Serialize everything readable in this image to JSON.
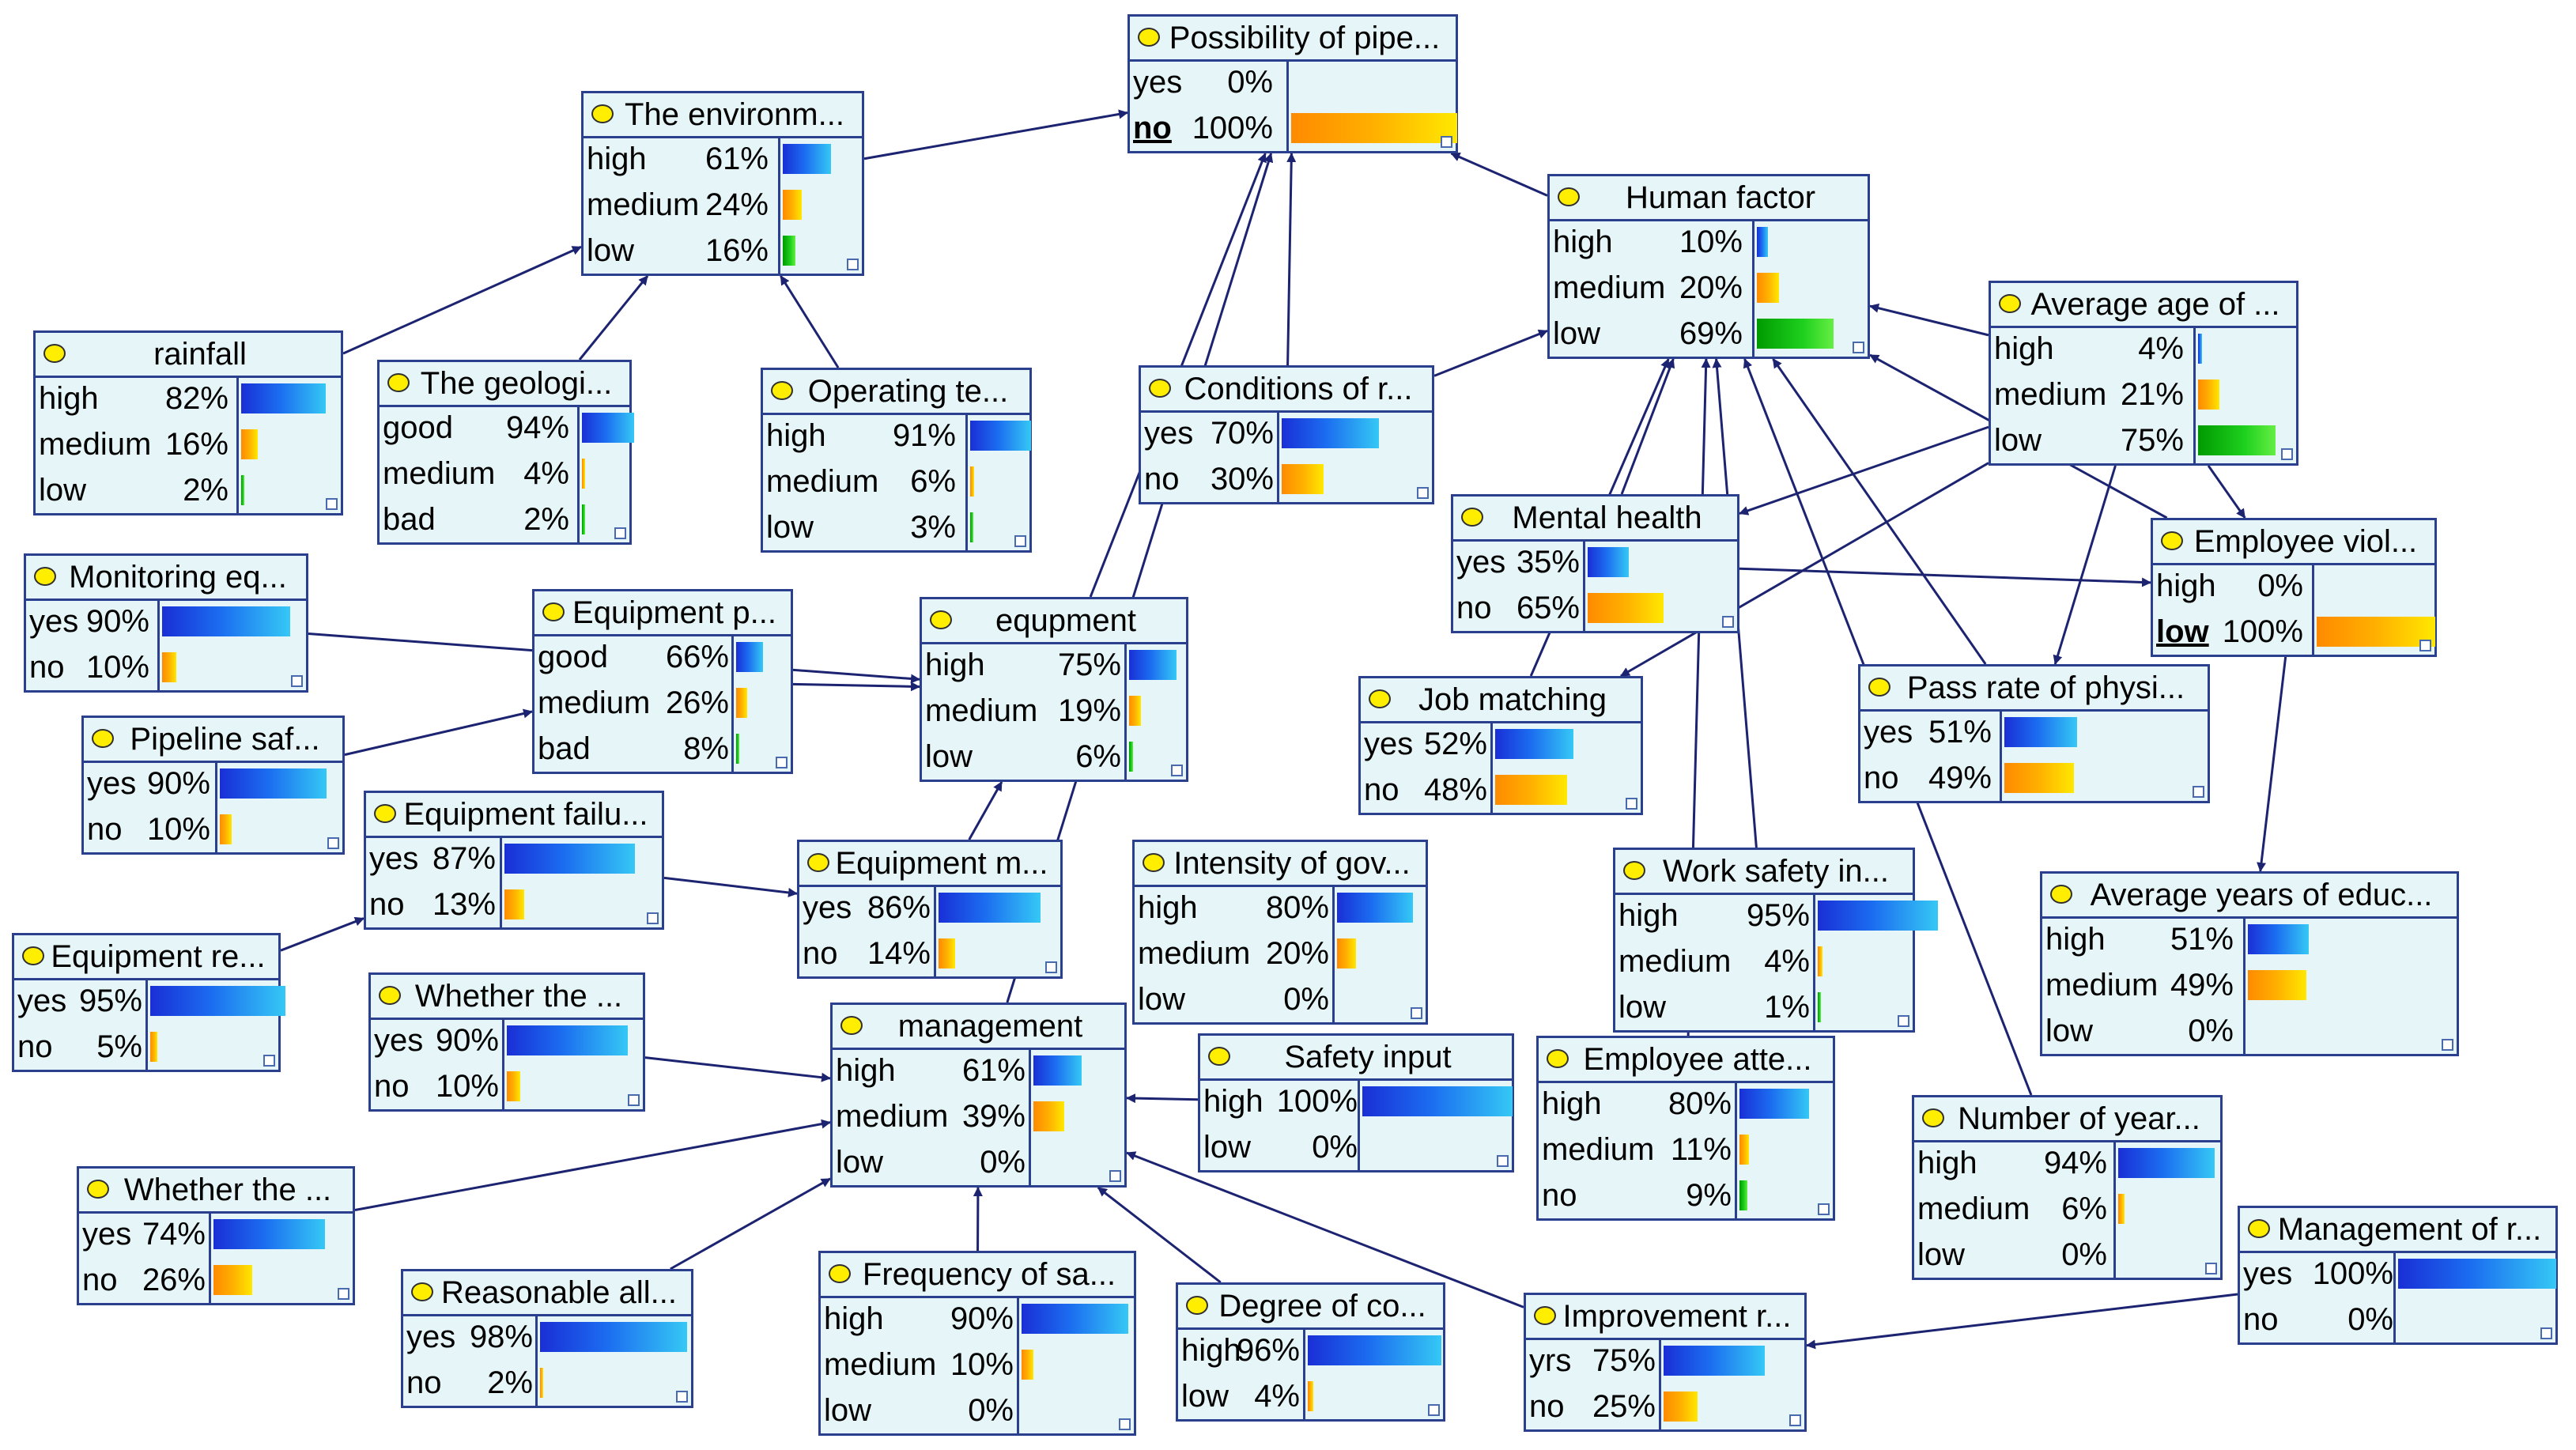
{
  "nodes": {
    "possibility": {
      "title": "Possibility of pipe...",
      "states": [
        {
          "label": "yes",
          "pct": "0%",
          "value": 0
        },
        {
          "label": "no",
          "pct": "100%",
          "value": 100,
          "selected": true
        }
      ]
    },
    "environment": {
      "title": "The environm...",
      "states": [
        {
          "label": "high",
          "pct": "61%",
          "value": 61
        },
        {
          "label": "medium",
          "pct": "24%",
          "value": 24
        },
        {
          "label": "low",
          "pct": "16%",
          "value": 16
        }
      ]
    },
    "human_factor": {
      "title": "Human factor",
      "states": [
        {
          "label": "high",
          "pct": "10%",
          "value": 10
        },
        {
          "label": "medium",
          "pct": "20%",
          "value": 20
        },
        {
          "label": "low",
          "pct": "69%",
          "value": 69
        }
      ]
    },
    "rainfall": {
      "title": "rainfall",
      "states": [
        {
          "label": "high",
          "pct": "82%",
          "value": 82
        },
        {
          "label": "medium",
          "pct": "16%",
          "value": 16
        },
        {
          "label": "low",
          "pct": "2%",
          "value": 2
        }
      ]
    },
    "geology": {
      "title": "The geologi...",
      "states": [
        {
          "label": "good",
          "pct": "94%",
          "value": 94
        },
        {
          "label": "medium",
          "pct": "4%",
          "value": 4
        },
        {
          "label": "bad",
          "pct": "2%",
          "value": 2
        }
      ]
    },
    "operating": {
      "title": "Operating te...",
      "states": [
        {
          "label": "high",
          "pct": "91%",
          "value": 91
        },
        {
          "label": "medium",
          "pct": "6%",
          "value": 6
        },
        {
          "label": "low",
          "pct": "3%",
          "value": 3
        }
      ]
    },
    "conditions": {
      "title": "Conditions of r...",
      "states": [
        {
          "label": "yes",
          "pct": "70%",
          "value": 70
        },
        {
          "label": "no",
          "pct": "30%",
          "value": 30
        }
      ]
    },
    "average_age": {
      "title": "Average age of ...",
      "states": [
        {
          "label": "high",
          "pct": "4%",
          "value": 4
        },
        {
          "label": "medium",
          "pct": "21%",
          "value": 21
        },
        {
          "label": "low",
          "pct": "75%",
          "value": 75
        }
      ]
    },
    "mental_health": {
      "title": "Mental health",
      "states": [
        {
          "label": "yes",
          "pct": "35%",
          "value": 35
        },
        {
          "label": "no",
          "pct": "65%",
          "value": 65
        }
      ]
    },
    "employee_viol": {
      "title": "Employee viol...",
      "states": [
        {
          "label": "high",
          "pct": "0%",
          "value": 0
        },
        {
          "label": "low",
          "pct": "100%",
          "value": 100,
          "selected": true
        }
      ]
    },
    "monitoring": {
      "title": "Monitoring eq...",
      "states": [
        {
          "label": "yes",
          "pct": "90%",
          "value": 90
        },
        {
          "label": "no",
          "pct": "10%",
          "value": 10
        }
      ]
    },
    "equipment_p": {
      "title": "Equipment p...",
      "states": [
        {
          "label": "good",
          "pct": "66%",
          "value": 66
        },
        {
          "label": "medium",
          "pct": "26%",
          "value": 26
        },
        {
          "label": "bad",
          "pct": "8%",
          "value": 8
        }
      ]
    },
    "equpment": {
      "title": "equpment",
      "states": [
        {
          "label": "high",
          "pct": "75%",
          "value": 75
        },
        {
          "label": "medium",
          "pct": "19%",
          "value": 19
        },
        {
          "label": "low",
          "pct": "6%",
          "value": 6
        }
      ]
    },
    "job_matching": {
      "title": "Job matching",
      "states": [
        {
          "label": "yes",
          "pct": "52%",
          "value": 52
        },
        {
          "label": "no",
          "pct": "48%",
          "value": 48
        }
      ]
    },
    "pass_rate": {
      "title": "Pass rate of physi...",
      "states": [
        {
          "label": "yes",
          "pct": "51%",
          "value": 51
        },
        {
          "label": "no",
          "pct": "49%",
          "value": 49
        }
      ]
    },
    "pipeline_saf": {
      "title": "Pipeline saf...",
      "states": [
        {
          "label": "yes",
          "pct": "90%",
          "value": 90
        },
        {
          "label": "no",
          "pct": "10%",
          "value": 10
        }
      ]
    },
    "equipment_failu": {
      "title": "Equipment failu...",
      "states": [
        {
          "label": "yes",
          "pct": "87%",
          "value": 87
        },
        {
          "label": "no",
          "pct": "13%",
          "value": 13
        }
      ]
    },
    "equipment_m": {
      "title": "Equipment m...",
      "states": [
        {
          "label": "yes",
          "pct": "86%",
          "value": 86
        },
        {
          "label": "no",
          "pct": "14%",
          "value": 14
        }
      ]
    },
    "intensity": {
      "title": "Intensity of gov...",
      "states": [
        {
          "label": "high",
          "pct": "80%",
          "value": 80
        },
        {
          "label": "medium",
          "pct": "20%",
          "value": 20
        },
        {
          "label": "low",
          "pct": "0%",
          "value": 0
        }
      ]
    },
    "work_safety": {
      "title": "Work safety in...",
      "states": [
        {
          "label": "high",
          "pct": "95%",
          "value": 95
        },
        {
          "label": "medium",
          "pct": "4%",
          "value": 4
        },
        {
          "label": "low",
          "pct": "1%",
          "value": 1
        }
      ]
    },
    "avg_years_edu": {
      "title": "Average years of educ...",
      "states": [
        {
          "label": "high",
          "pct": "51%",
          "value": 51
        },
        {
          "label": "medium",
          "pct": "49%",
          "value": 49
        },
        {
          "label": "low",
          "pct": "0%",
          "value": 0
        }
      ]
    },
    "equipment_re": {
      "title": "Equipment re...",
      "states": [
        {
          "label": "yes",
          "pct": "95%",
          "value": 95
        },
        {
          "label": "no",
          "pct": "5%",
          "value": 5
        }
      ]
    },
    "whether1": {
      "title": "Whether the ...",
      "states": [
        {
          "label": "yes",
          "pct": "90%",
          "value": 90
        },
        {
          "label": "no",
          "pct": "10%",
          "value": 10
        }
      ]
    },
    "management": {
      "title": "management",
      "states": [
        {
          "label": "high",
          "pct": "61%",
          "value": 61
        },
        {
          "label": "medium",
          "pct": "39%",
          "value": 39
        },
        {
          "label": "low",
          "pct": "0%",
          "value": 0
        }
      ]
    },
    "safety_input": {
      "title": "Safety input",
      "states": [
        {
          "label": "high",
          "pct": "100%",
          "value": 100
        },
        {
          "label": "low",
          "pct": "0%",
          "value": 0
        }
      ]
    },
    "employee_atte": {
      "title": "Employee atte...",
      "states": [
        {
          "label": "high",
          "pct": "80%",
          "value": 80
        },
        {
          "label": "medium",
          "pct": "11%",
          "value": 11
        },
        {
          "label": "no",
          "pct": "9%",
          "value": 9
        }
      ]
    },
    "number_years": {
      "title": "Number of year...",
      "states": [
        {
          "label": "high",
          "pct": "94%",
          "value": 94
        },
        {
          "label": "medium",
          "pct": "6%",
          "value": 6
        },
        {
          "label": "low",
          "pct": "0%",
          "value": 0
        }
      ]
    },
    "management_r": {
      "title": "Management of r...",
      "states": [
        {
          "label": "yes",
          "pct": "100%",
          "value": 100
        },
        {
          "label": "no",
          "pct": "0%",
          "value": 0
        }
      ]
    },
    "whether2": {
      "title": "Whether the ...",
      "states": [
        {
          "label": "yes",
          "pct": "74%",
          "value": 74
        },
        {
          "label": "no",
          "pct": "26%",
          "value": 26
        }
      ]
    },
    "reasonable": {
      "title": "Reasonable all...",
      "states": [
        {
          "label": "yes",
          "pct": "98%",
          "value": 98
        },
        {
          "label": "no",
          "pct": "2%",
          "value": 2
        }
      ]
    },
    "frequency": {
      "title": "Frequency of sa...",
      "states": [
        {
          "label": "high",
          "pct": "90%",
          "value": 90
        },
        {
          "label": "medium",
          "pct": "10%",
          "value": 10
        },
        {
          "label": "low",
          "pct": "0%",
          "value": 0
        }
      ]
    },
    "degree": {
      "title": "Degree of co...",
      "states": [
        {
          "label": "high",
          "pct": "96%",
          "value": 96
        },
        {
          "label": "low",
          "pct": "4%",
          "value": 4
        }
      ]
    },
    "improvement": {
      "title": "Improvement r...",
      "states": [
        {
          "label": "yrs",
          "pct": "75%",
          "value": 75
        },
        {
          "label": "no",
          "pct": "25%",
          "value": 25
        }
      ]
    }
  },
  "edges": [
    [
      "rainfall",
      "environment"
    ],
    [
      "geology",
      "environment"
    ],
    [
      "operating",
      "environment"
    ],
    [
      "environment",
      "possibility"
    ],
    [
      "human_factor",
      "possibility"
    ],
    [
      "conditions",
      "possibility"
    ],
    [
      "equpment",
      "possibility"
    ],
    [
      "management",
      "possibility"
    ],
    [
      "conditions",
      "human_factor"
    ],
    [
      "average_age",
      "human_factor"
    ],
    [
      "mental_health",
      "human_factor"
    ],
    [
      "job_matching",
      "human_factor"
    ],
    [
      "work_safety",
      "human_factor"
    ],
    [
      "employee_atte",
      "human_factor"
    ],
    [
      "pass_rate",
      "human_factor"
    ],
    [
      "employee_viol",
      "human_factor"
    ],
    [
      "number_years",
      "human_factor"
    ],
    [
      "average_age",
      "mental_health"
    ],
    [
      "average_age",
      "employee_viol"
    ],
    [
      "average_age",
      "pass_rate"
    ],
    [
      "average_age",
      "job_matching"
    ],
    [
      "mental_health",
      "employee_viol"
    ],
    [
      "employee_viol",
      "avg_years_edu"
    ],
    [
      "monitoring",
      "equpment"
    ],
    [
      "equipment_p",
      "equpment"
    ],
    [
      "pipeline_saf",
      "equipment_p"
    ],
    [
      "equipment_m",
      "equpment"
    ],
    [
      "equipment_failu",
      "equipment_m"
    ],
    [
      "equipment_re",
      "equipment_failu"
    ],
    [
      "whether1",
      "management"
    ],
    [
      "whether2",
      "management"
    ],
    [
      "reasonable",
      "management"
    ],
    [
      "frequency",
      "management"
    ],
    [
      "degree",
      "management"
    ],
    [
      "safety_input",
      "management"
    ],
    [
      "improvement",
      "management"
    ],
    [
      "management_r",
      "improvement"
    ]
  ]
}
